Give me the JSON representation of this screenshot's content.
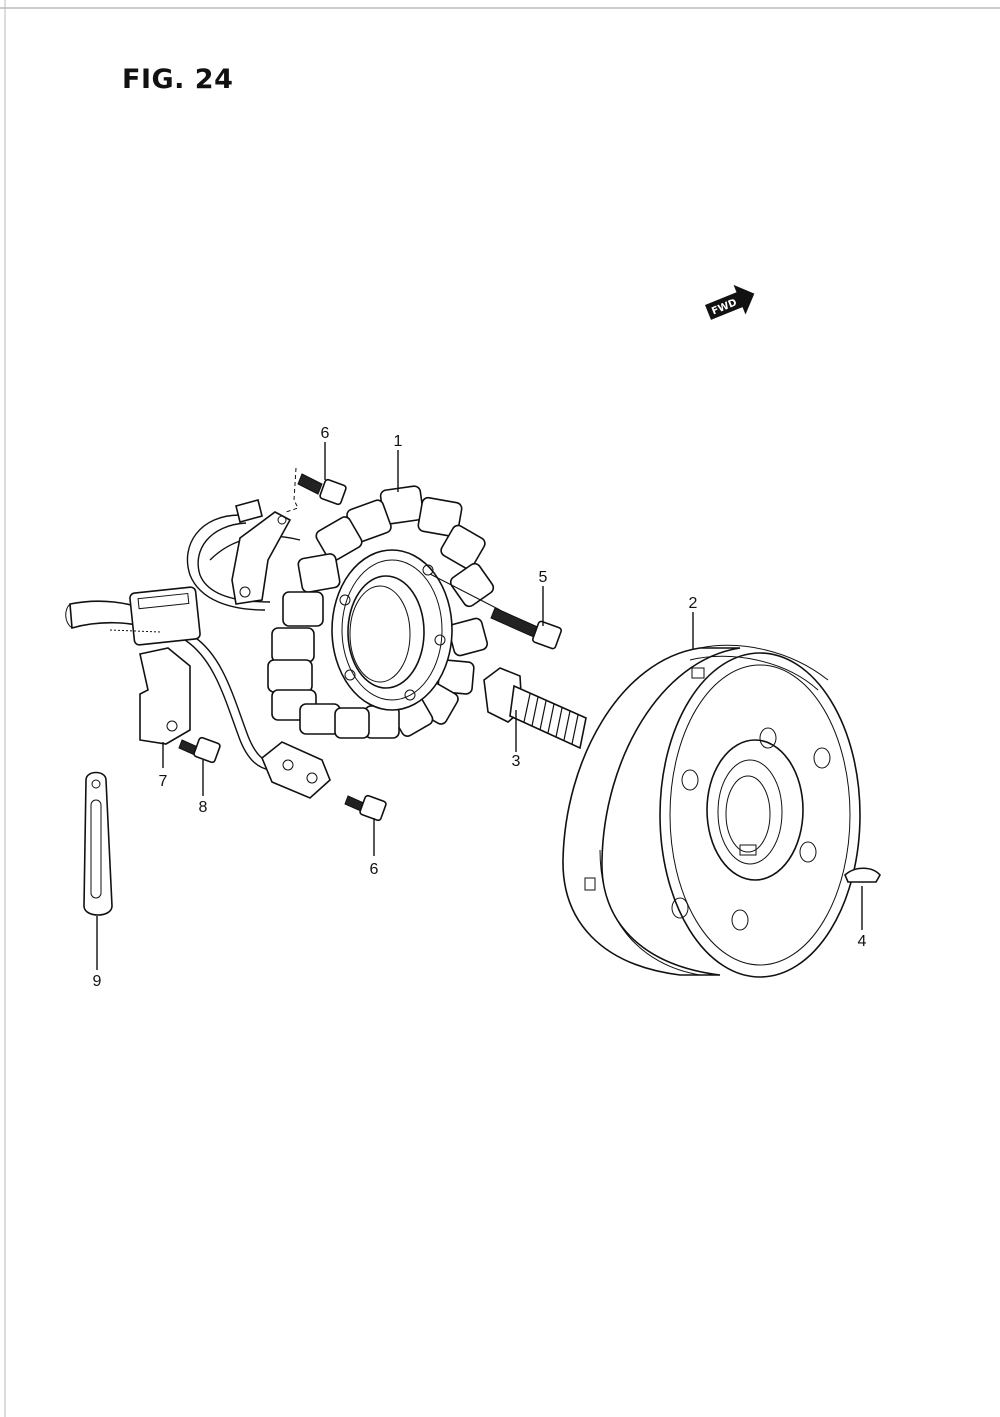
{
  "figure": {
    "title": "FIG. 24"
  },
  "direction_badge": {
    "label": "FWD"
  },
  "callouts": [
    {
      "id": "callout-1",
      "label": "1"
    },
    {
      "id": "callout-2",
      "label": "2"
    },
    {
      "id": "callout-3",
      "label": "3"
    },
    {
      "id": "callout-4",
      "label": "4"
    },
    {
      "id": "callout-5",
      "label": "5"
    },
    {
      "id": "callout-6a",
      "label": "6"
    },
    {
      "id": "callout-6b",
      "label": "6"
    },
    {
      "id": "callout-7",
      "label": "7"
    },
    {
      "id": "callout-8",
      "label": "8"
    },
    {
      "id": "callout-9",
      "label": "9"
    }
  ]
}
